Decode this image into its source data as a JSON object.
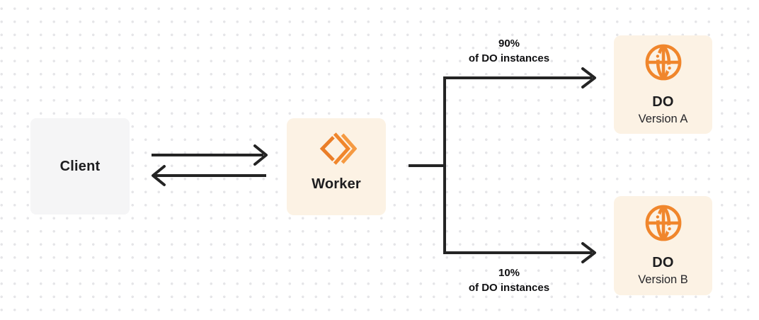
{
  "colors": {
    "accent_orange": "#F0862C",
    "accent_orange_light": "#F5A24F",
    "card_cream": "#FCF2E4",
    "client_gray": "#F5F5F6",
    "line_dark": "#242424",
    "dot_grid": "#E5E5E8",
    "text_dark": "#1D1D1F"
  },
  "nodes": {
    "client": {
      "label": "Client"
    },
    "worker": {
      "label": "Worker"
    },
    "do_a": {
      "title": "DO",
      "subtitle": "Version A"
    },
    "do_b": {
      "title": "DO",
      "subtitle": "Version B"
    }
  },
  "branch_labels": {
    "top": {
      "percent": "90%",
      "caption": "of DO instances"
    },
    "bottom": {
      "percent": "10%",
      "caption": "of DO instances"
    }
  }
}
